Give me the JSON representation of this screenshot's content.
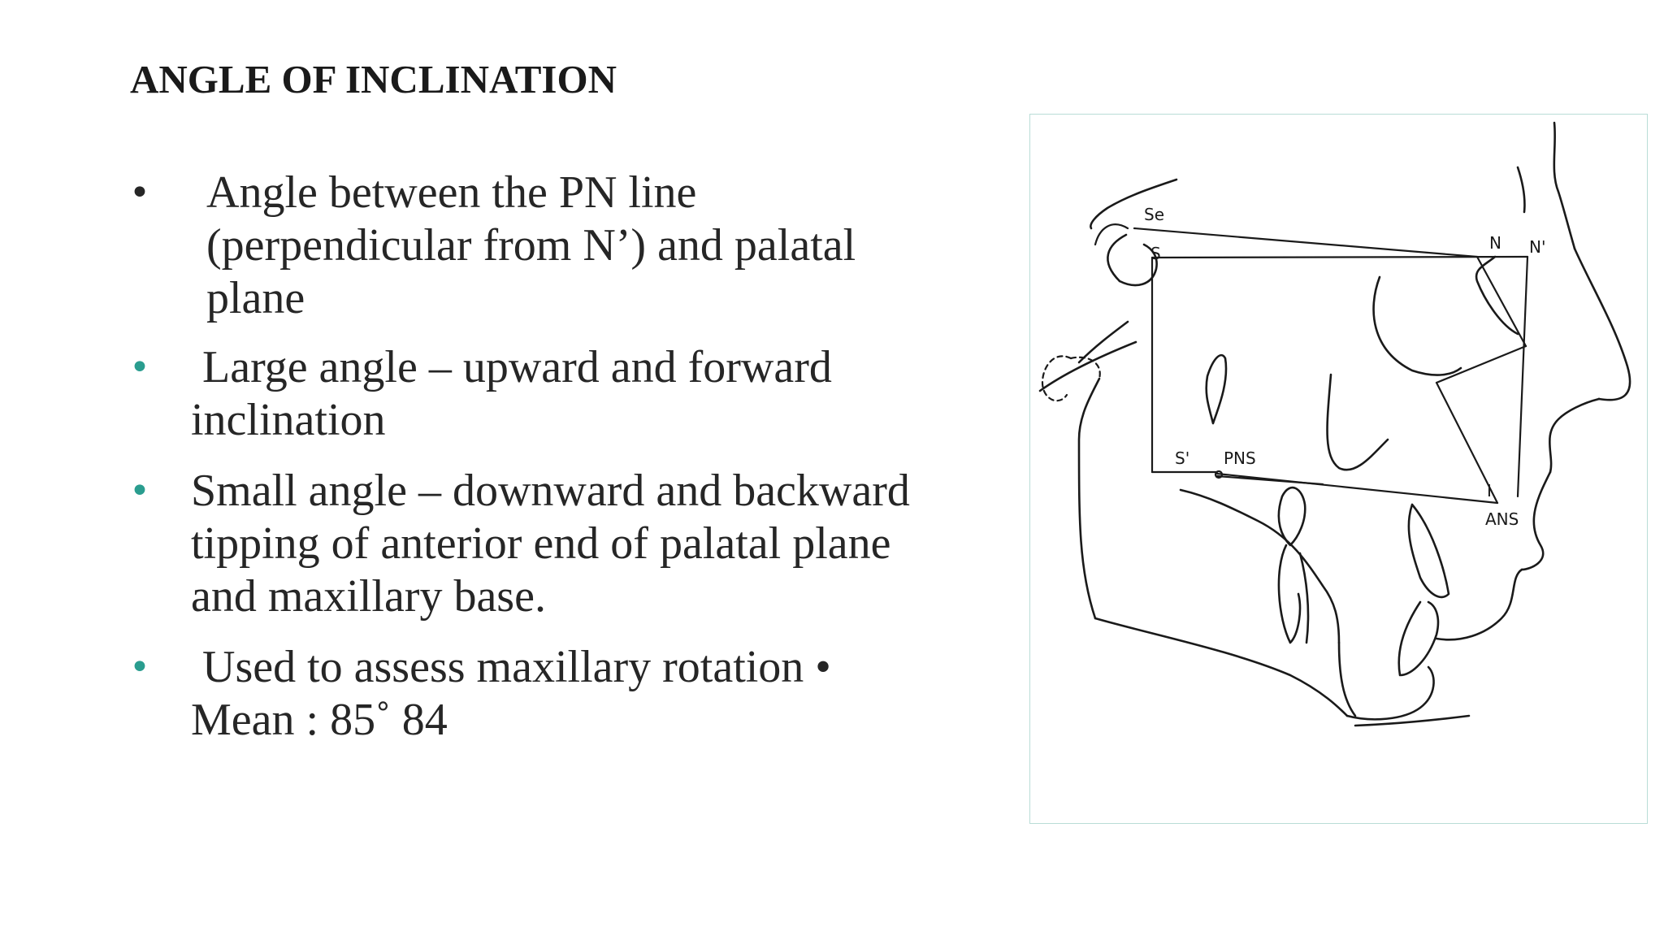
{
  "slide": {
    "title": "ANGLE OF INCLINATION",
    "bullets": [
      {
        "lines": [
          "Angle between the PN line",
          "(perpendicular from N’) and palatal",
          "plane"
        ]
      },
      {
        "lines": [
          " Large angle – upward and forward",
          "inclination"
        ]
      },
      {
        "lines": [
          "Small angle – downward and backward",
          "tipping of anterior end of palatal plane",
          "and maxillary base."
        ]
      },
      {
        "lines": [
          " Used to assess maxillary rotation •",
          "Mean : 85˚ 84"
        ]
      }
    ]
  },
  "figure": {
    "labels": {
      "se": "Se",
      "s": "S",
      "n": "N",
      "n_prime": "N'",
      "s_prime": "S'",
      "pns": "PNS",
      "i": "I",
      "ans": "ANS"
    }
  },
  "colors": {
    "bullet_primary": "#262626",
    "bullet_accent": "#2a9d8f",
    "frame_border": "#b9ddd7"
  }
}
